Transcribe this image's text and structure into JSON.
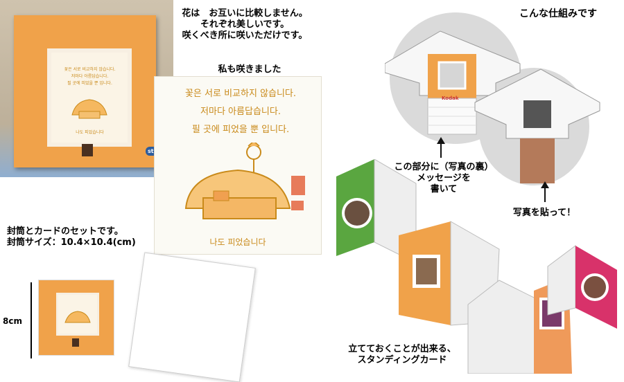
{
  "top_text": {
    "line1": "花は　お互いに比較しません。",
    "line2": "それぞれ美しいです。",
    "line3": "咲くべき所に咲いただけです。"
  },
  "bloom_caption": "私も咲きました",
  "top_right_caption": "こんな仕組みです",
  "message_area_caption": {
    "line1": "この部分に（写真の裏）",
    "line2": "メッセージを",
    "line3": "書いて"
  },
  "photo_caption": "写真を貼って！",
  "set_caption": {
    "line1": "封筒とカードのセットです。",
    "line2": "封筒サイズ：10.4×10.4(cm)"
  },
  "size_label": "8cm",
  "standing_caption": {
    "line1": "立てておくことが出来る、",
    "line2": "スタンディングカード"
  },
  "card_korean": {
    "line1": "꽃은 서로 비교하지 않습니다.",
    "line2": "저마다 아름답습니다.",
    "line3": "필 곳에 피었을 뿐 입니다.",
    "footer": "나도 피었습니다"
  },
  "brand_label": "Kodak",
  "sticker_label": "stan",
  "colors": {
    "orange": "#f0a24a",
    "green": "#5aa640",
    "pink": "#d8326a",
    "peach": "#ef9a5a",
    "gray_bg": "#dcdcdc"
  }
}
